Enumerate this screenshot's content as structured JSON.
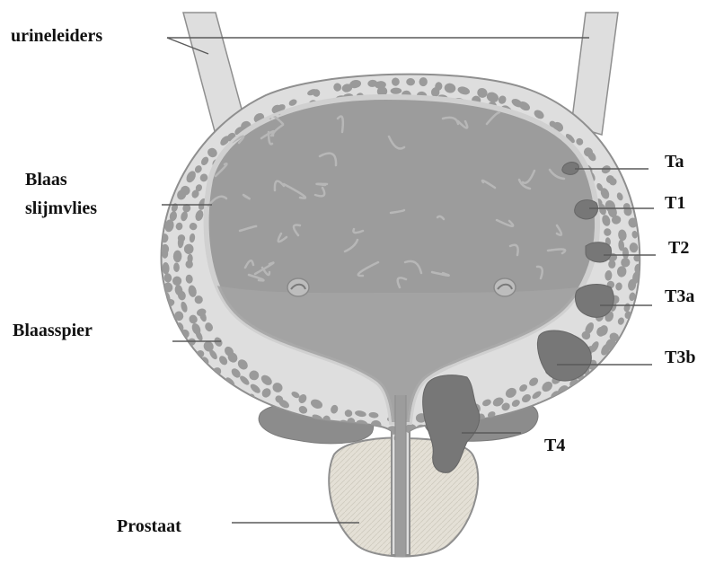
{
  "labels": {
    "ureters": "urineleiders",
    "mucosa_line1": "Blaas",
    "mucosa_line2": "slijmvlies",
    "muscle": "Blaasspier",
    "prostate": "Prostaat",
    "ta": "Ta",
    "t1": "T1",
    "t2": "T2",
    "t3a": "T3a",
    "t3b": "T3b",
    "t4": "T4"
  },
  "colors": {
    "outline": "#8f8f8f",
    "wall": "#dedede",
    "muscle_cells": "#9a9a9a",
    "lumen": "#9c9c9c",
    "lumen_dark": "#8a8a8a",
    "lumen_cracks": "#b7b7b7",
    "tumor": "#777777",
    "fat": "#8c8c8c",
    "prostate_fill": "#e4e0d6",
    "leader": "#5a5a5a"
  }
}
